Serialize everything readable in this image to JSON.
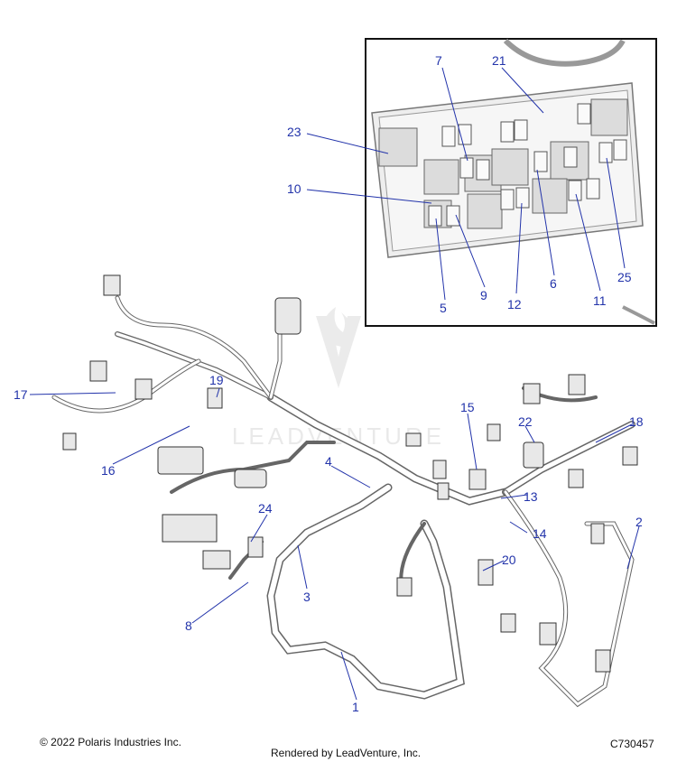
{
  "diagram": {
    "callouts": [
      "1",
      "2",
      "3",
      "4",
      "5",
      "6",
      "7",
      "8",
      "9",
      "10",
      "11",
      "12",
      "13",
      "14",
      "15",
      "16",
      "17",
      "18",
      "19",
      "20",
      "21",
      "22",
      "23",
      "24",
      "25"
    ],
    "watermark": "LEADVENTURE",
    "colors": {
      "callout": "#2233aa",
      "line": "#222222",
      "wire": "#555555",
      "panel": "#f2f2f2"
    }
  },
  "footer": {
    "copyright": "© 2022 Polaris Industries Inc.",
    "rendered_by": "Rendered by LeadVenture, Inc.",
    "part_number": "C730457"
  }
}
